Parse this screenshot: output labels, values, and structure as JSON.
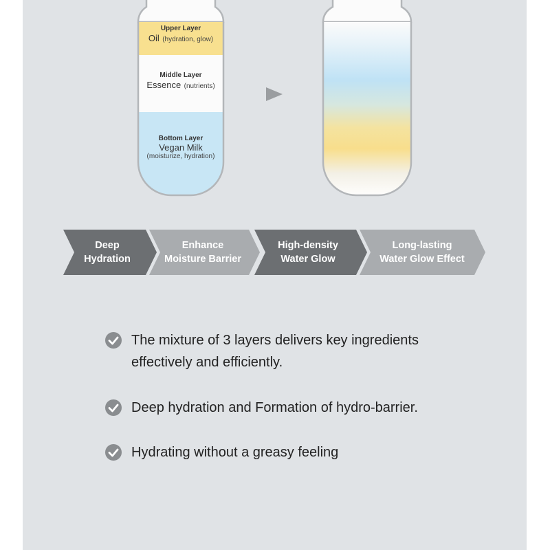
{
  "bottle_left": {
    "upper": {
      "label": "Upper Layer",
      "name": "Oil",
      "note": "(hydration, glow)"
    },
    "middle": {
      "label": "Middle Layer",
      "name": "Essence",
      "note": "(nutrients)"
    },
    "bottom": {
      "label": "Bottom Layer",
      "name": "Vegan Milk",
      "note": "(moisturize, hydration)"
    }
  },
  "colors": {
    "oil": "#f8e08f",
    "essence": "#fbfbfb",
    "milk": "#c8e6f5",
    "panel": "#e0e3e6",
    "chevron_dark": "#6c6f72",
    "chevron_light": "#a9acaf",
    "check": "#8a8d90"
  },
  "steps": [
    {
      "label": "Deep\nHydration"
    },
    {
      "label": "Enhance\nMoisture Barrier"
    },
    {
      "label": "High-density\nWater Glow"
    },
    {
      "label": "Long-lasting\nWater Glow Effect"
    }
  ],
  "benefits": [
    {
      "text": "The mixture of 3 layers delivers key ingredients effectively and efficiently."
    },
    {
      "text": "Deep hydration and Formation of hydro-barrier."
    },
    {
      "text": "Hydrating without a greasy feeling"
    }
  ]
}
